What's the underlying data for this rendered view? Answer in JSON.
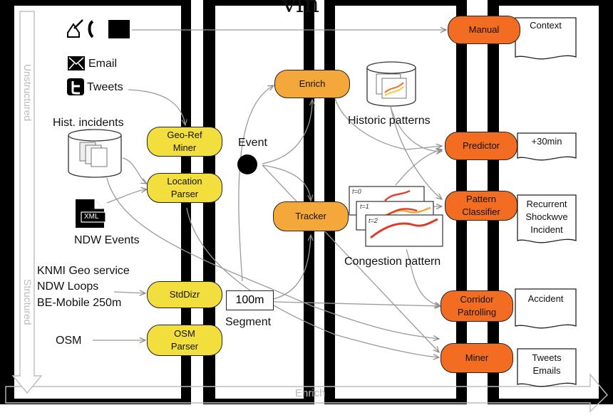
{
  "top_title": "vln",
  "axis": {
    "unstructured": "Unstructured",
    "structured": "Structured",
    "enrich": "Enrich"
  },
  "sources": {
    "email": "Email",
    "tweets": "Tweets",
    "hist_incidents": "Hist. incidents",
    "ndw_events": "NDW Events",
    "knmi": "KNMI Geo service",
    "ndw_loops": "NDW Loops",
    "be_mobile": "BE-Mobile 250m",
    "osm": "OSM",
    "xml_badge": "XML"
  },
  "processors": {
    "geo_ref_miner": "Geo-Ref\nMiner",
    "location_parser": "Location\nParser",
    "stddizr": "StdDizr",
    "osm_parser": "OSM\nParser"
  },
  "standardized": {
    "event": "Event",
    "segment_value": "100m",
    "segment": "Segment"
  },
  "annotation": {
    "enrich": "Enrich",
    "tracker": "Tracker",
    "historic_patterns": "Historic patterns",
    "congestion_pattern": "Congestion pattern",
    "t0": "t=0",
    "t1": "t=1",
    "t2": "t=2"
  },
  "outputs": {
    "manual": "Manual",
    "predictor": "Predictor",
    "pattern_classifier": "Pattern\nClassifier",
    "corridor_patrolling": "Corridor\nPatrolling",
    "miner": "Miner"
  },
  "documents": {
    "context": "Context",
    "plus30": "+30min",
    "recurrent": "Recurrent\nShockwve\nIncident",
    "accident": "Accident",
    "tweets_emails": "Tweets\nEmails"
  },
  "colors": {
    "yellow": "#f2de3c",
    "amber": "#f5a83a",
    "orange": "#f26c22",
    "bar": "#000000",
    "flow_arrow": "#9a9a9a"
  }
}
